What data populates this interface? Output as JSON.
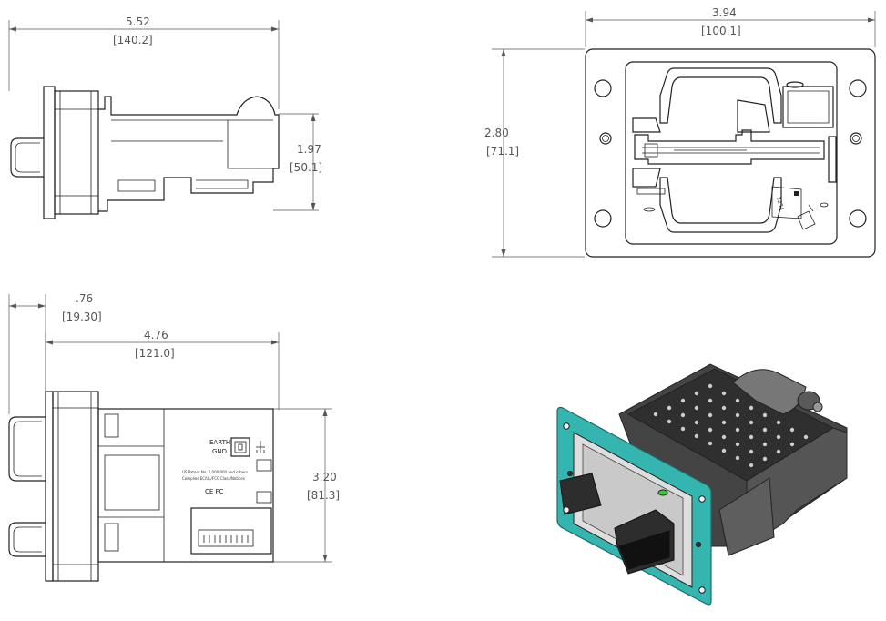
{
  "dimensions": {
    "side_top_width": {
      "in": "5.52",
      "mm": "[140.2]"
    },
    "side_top_height": {
      "in": "1.97",
      "mm": "[50.1]"
    },
    "front_width": {
      "in": "3.94",
      "mm": "[100.1]"
    },
    "front_height": {
      "in": "2.80",
      "mm": "[71.1]"
    },
    "bottom_bezel": {
      "in": ".76",
      "mm": "[19.30]"
    },
    "bottom_body": {
      "in": "4.76",
      "mm": "[121.0]"
    },
    "bottom_height": {
      "in": "3.20",
      "mm": "[81.3]"
    }
  },
  "labels": {
    "card_number": "1234",
    "earth": "EARTH",
    "gnd": "GND",
    "patent_line_1": "US Patent No. 5,000,000 and others",
    "patent_line_2": "Complies EC/UL/FCC Class/Notices",
    "cert_marks": "CE FC"
  },
  "colors": {
    "line": "#222222",
    "dimension_text": "#555555",
    "bezel_teal": "#35b5b0",
    "body_dark": "#3c3c3c"
  }
}
